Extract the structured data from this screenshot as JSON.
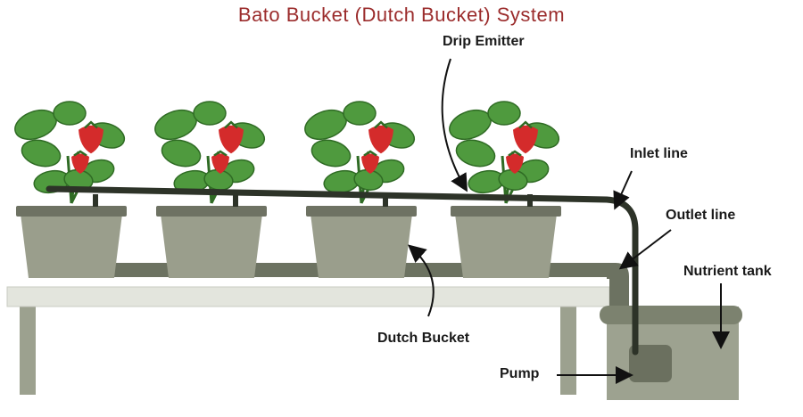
{
  "title": "Bato Bucket (Dutch Bucket) System",
  "labels": {
    "drip_emitter": "Drip Emitter",
    "inlet_line": "Inlet line",
    "outlet_line": "Outlet line",
    "nutrient_tank": "Nutrient tank",
    "dutch_bucket": "Dutch Bucket",
    "pump": "Pump"
  },
  "colors": {
    "title": "#9b2c2c",
    "bucket_body": "#9a9e8c",
    "bucket_rim": "#6e7263",
    "table_top": "#e3e5dd",
    "table_leg": "#9ca18f",
    "outlet_pipe": "#6c7261",
    "inlet_pipe": "#2d3328",
    "tank": "#9da290",
    "tank_top": "#7c826f",
    "pump": "#6b705f",
    "leaf": "#4f9a3e",
    "leaf_dark": "#2f6b24",
    "strawberry": "#d42b2b"
  },
  "bucket_count": 4
}
